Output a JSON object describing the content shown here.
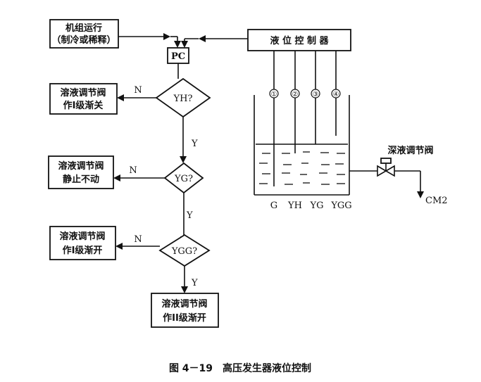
{
  "start_box": {
    "line1": "机组运行",
    "line2": "（制冷或稀释）"
  },
  "pc_label": "PC",
  "controller_label": "液 位 控 制 器",
  "decisions": [
    {
      "label": "YH?",
      "no_label": "N",
      "yes_label": "Y",
      "action": {
        "line1": "溶液调节阀",
        "line2": "作I级渐关"
      }
    },
    {
      "label": "YG?",
      "no_label": "N",
      "yes_label": "Y",
      "action": {
        "line1": "溶液调节阀",
        "line2": "静止不动"
      }
    },
    {
      "label": "YGG?",
      "no_label": "N",
      "yes_label": "Y",
      "action": {
        "line1": "溶液调节阀",
        "line2": "作I级渐开"
      }
    }
  ],
  "final_box": {
    "line1": "溶液调节阀",
    "line2": "作II级渐开"
  },
  "probes": {
    "numbers": [
      "①",
      "②",
      "③",
      "④"
    ],
    "levels": [
      "G",
      "YH",
      "YG",
      "YGG"
    ]
  },
  "valve_label": "深液调节阀",
  "outlet_label": "CM2",
  "caption": "图 4－19　高压发生器液位控制"
}
